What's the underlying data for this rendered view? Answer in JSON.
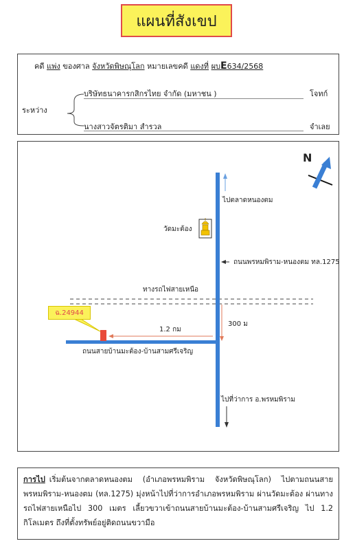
{
  "title": "แผนที่สังเขป",
  "case": {
    "prefix": "คดี",
    "kind": "แพ่ง",
    "court_prefix": "ของศาล",
    "court": "จังหวัดพิษณุโลก",
    "number_prefix": "หมายเลขคดี",
    "number_type": "แดงที่",
    "number_code": "ผบ",
    "number_letter": "E",
    "number_value": "634/2568",
    "between_label": "ระหว่าง",
    "plaintiff": "บริษัทธนาคารกสิกรไทย จำกัด (มหาชน )",
    "plaintiff_role": "โจทก์",
    "defendant": "นางสาวจัตรติมา สำรวล",
    "defendant_role": "จำเลย"
  },
  "map": {
    "north_label": "N",
    "to_market": "ไปตลาดหนองตม",
    "temple": "วัดมะต้อง",
    "main_road": "ถนนพรหมพิราม-หนองตม ทล.1275",
    "railway": "ทางรถไฟสายเหนือ",
    "distance_main": "300 ม",
    "distance_side": "1.2 กม",
    "parcel": "ฉ.24944",
    "side_road": "ถนนสายบ้านมะต้อง-บ้านสามศรีเจริญ",
    "to_district": "ไปที่ว่าการ อ.พรหมพิราม"
  },
  "directions": {
    "lead": "การไป",
    "text": "เริ่มต้นจากตลาดหนองตม (อำเภอพรหมพิราม จังหวัดพิษณุโลก) ไปตามถนนสายพรหมพิราม-หนองตม (ทล.1275) มุ่งหน้าไปที่ว่าการอำเภอพรหมพิราม ผ่านวัดมะต้อง ผ่านทางรถไฟสายเหนือไป 300 เมตร เลี้ยวขวาเข้าถนนสายบ้านมะต้อง-บ้านสามศรีเจริญ ไป 1.2 กิโลเมตร ถึงที่ตั้งทรัพย์อยู่ติดถนนขวามือ"
  },
  "colors": {
    "title_bg": "#fbf25a",
    "title_border": "#e04a4a",
    "road": "#3a7fd4",
    "arrow": "#e07a5a",
    "parcel": "#e84a3a"
  }
}
